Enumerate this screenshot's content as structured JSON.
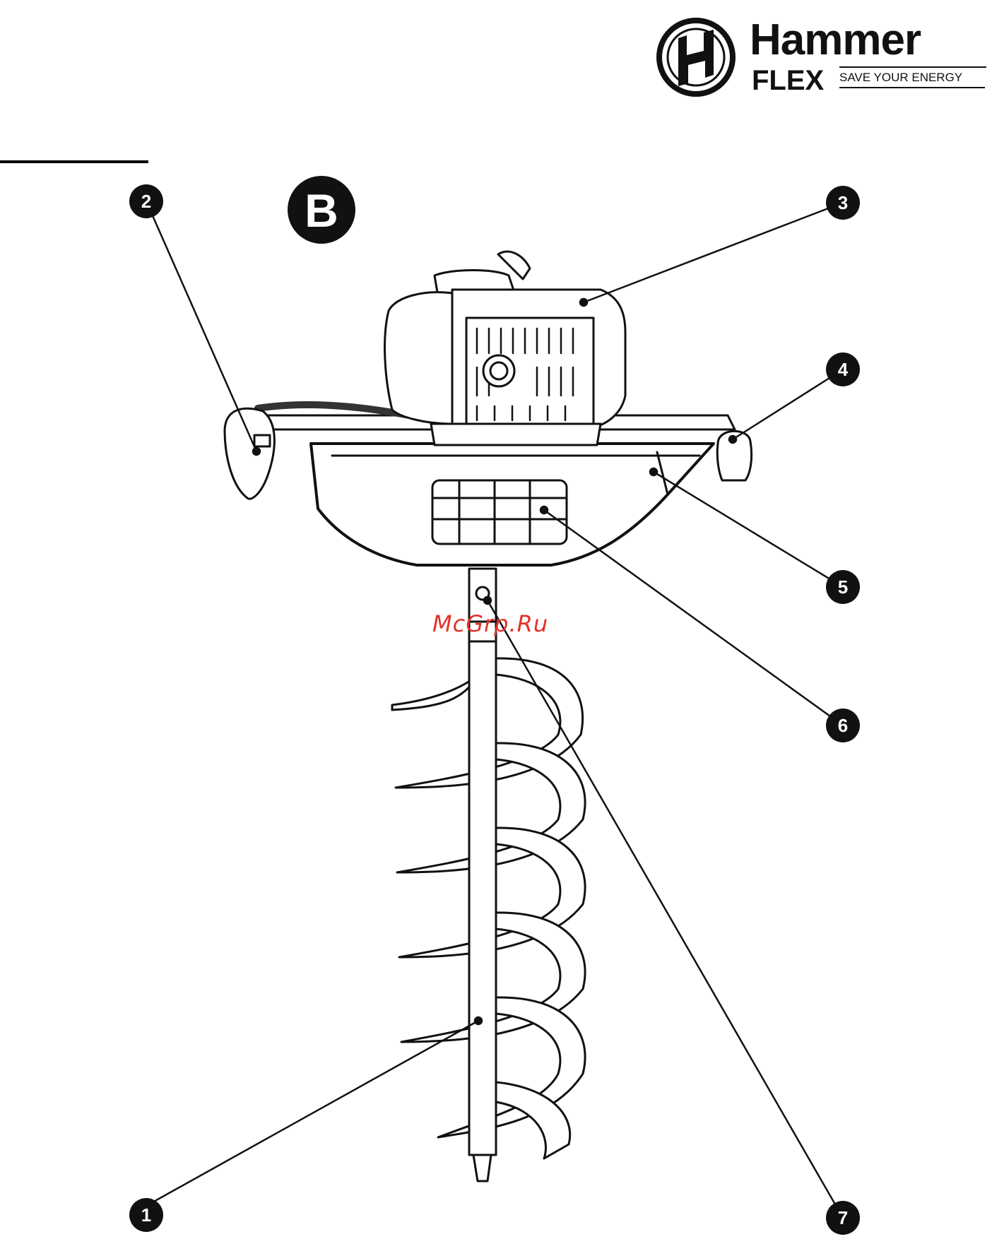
{
  "brand": {
    "name": "Hammer",
    "line": "FLEX",
    "tagline": "SAVE YOUR ENERGY"
  },
  "figure": {
    "label": "B",
    "callouts": [
      "1",
      "2",
      "3",
      "4",
      "5",
      "6",
      "7"
    ]
  },
  "watermark": "McGrp.Ru"
}
